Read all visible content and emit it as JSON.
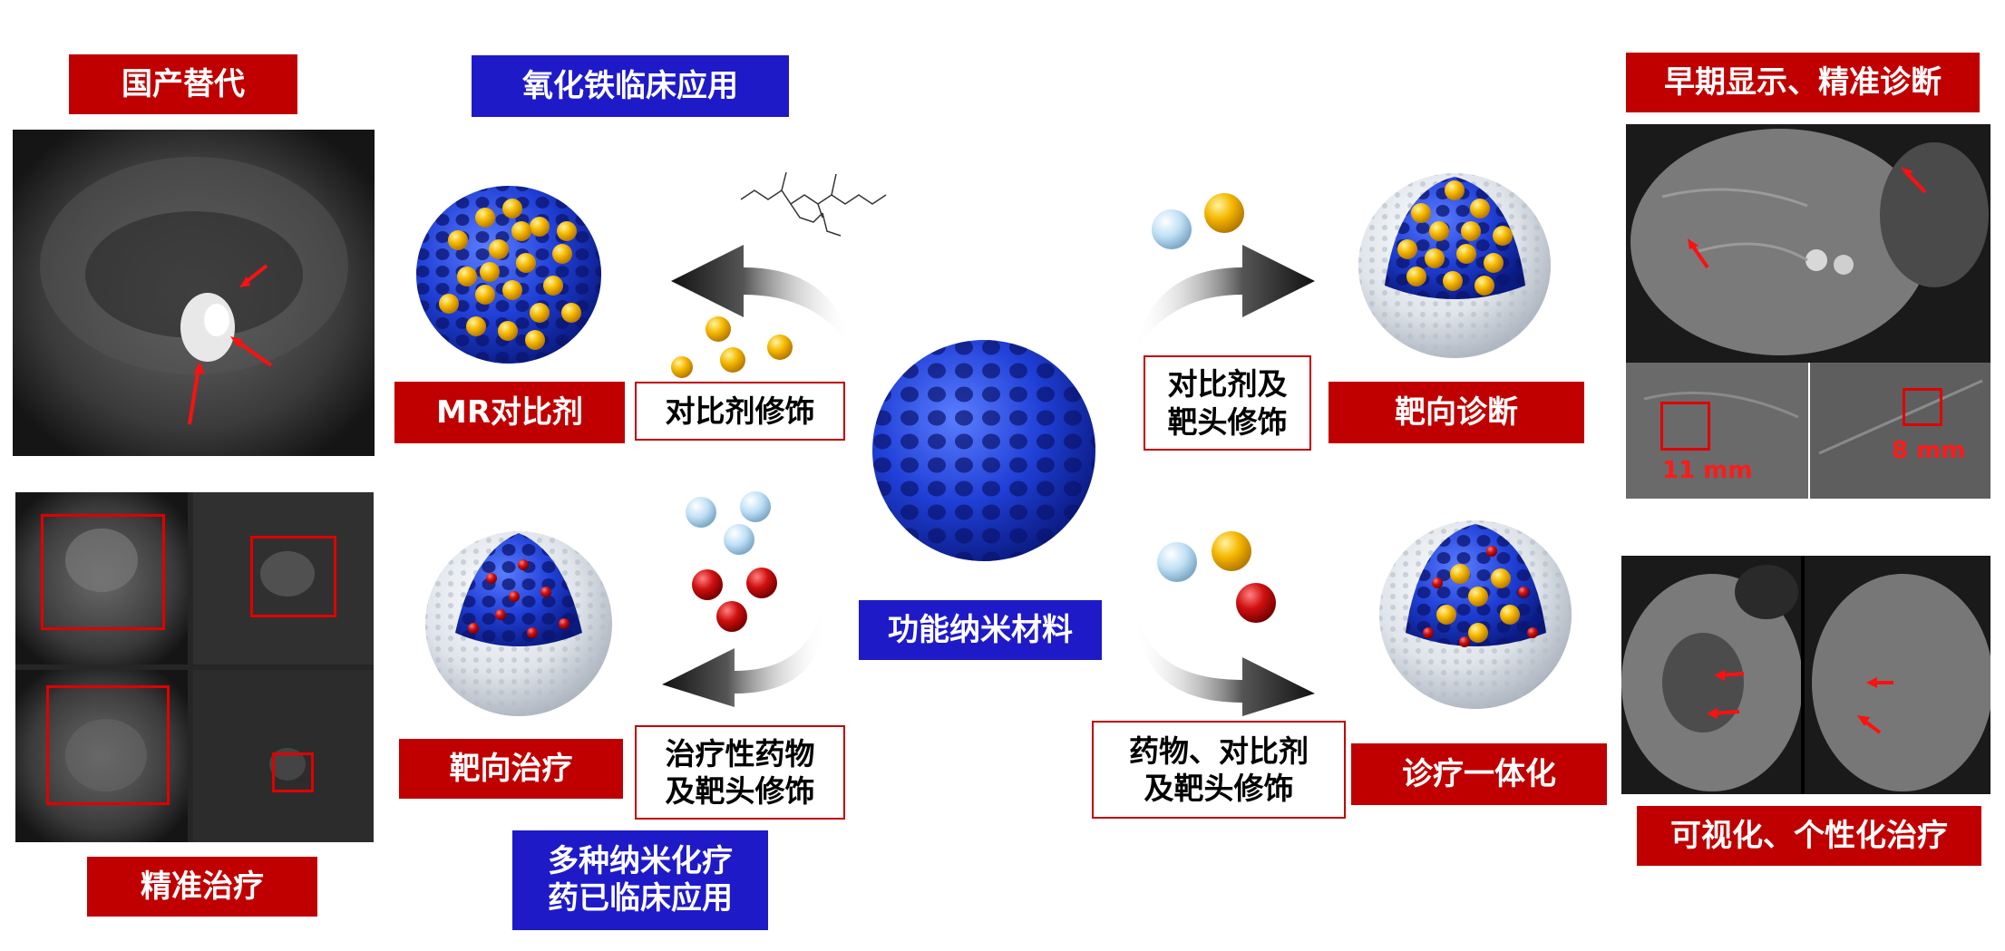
{
  "labels": {
    "domestic_replacement": "国产替代",
    "iron_oxide_clinical": "氧化铁临床应用",
    "mr_contrast": "MR对比剂",
    "contrast_modification": "对比剂修饰",
    "contrast_target_mod_l1": "对比剂及",
    "contrast_target_mod_l2": "靶头修饰",
    "targeted_diagnosis": "靶向诊断",
    "early_display": "早期显示、精准诊断",
    "size_11": "11 mm",
    "size_8": "8 mm",
    "functional_nanomaterial": "功能纳米材料",
    "precision_therapy": "精准治疗",
    "targeted_therapy": "靶向治疗",
    "drug_target_mod_l1": "治疗性药物",
    "drug_target_mod_l2": "及靶头修饰",
    "multi_nano_l1": "多种纳米化疗",
    "multi_nano_l2": "药已临床应用",
    "drug_contrast_target_l1": "药物、对比剂",
    "drug_contrast_target_l2": "及靶头修饰",
    "theranostics": "诊疗一体化",
    "visual_personal": "可视化、个性化治疗"
  },
  "colors": {
    "label_red": "#c00000",
    "label_blue": "#1f1ac8",
    "nano_blue": "#1f3fd6",
    "gold_particle": "#f5b800",
    "drug_particle": "#d01010",
    "contrast_particle": "#bfe0f5"
  }
}
